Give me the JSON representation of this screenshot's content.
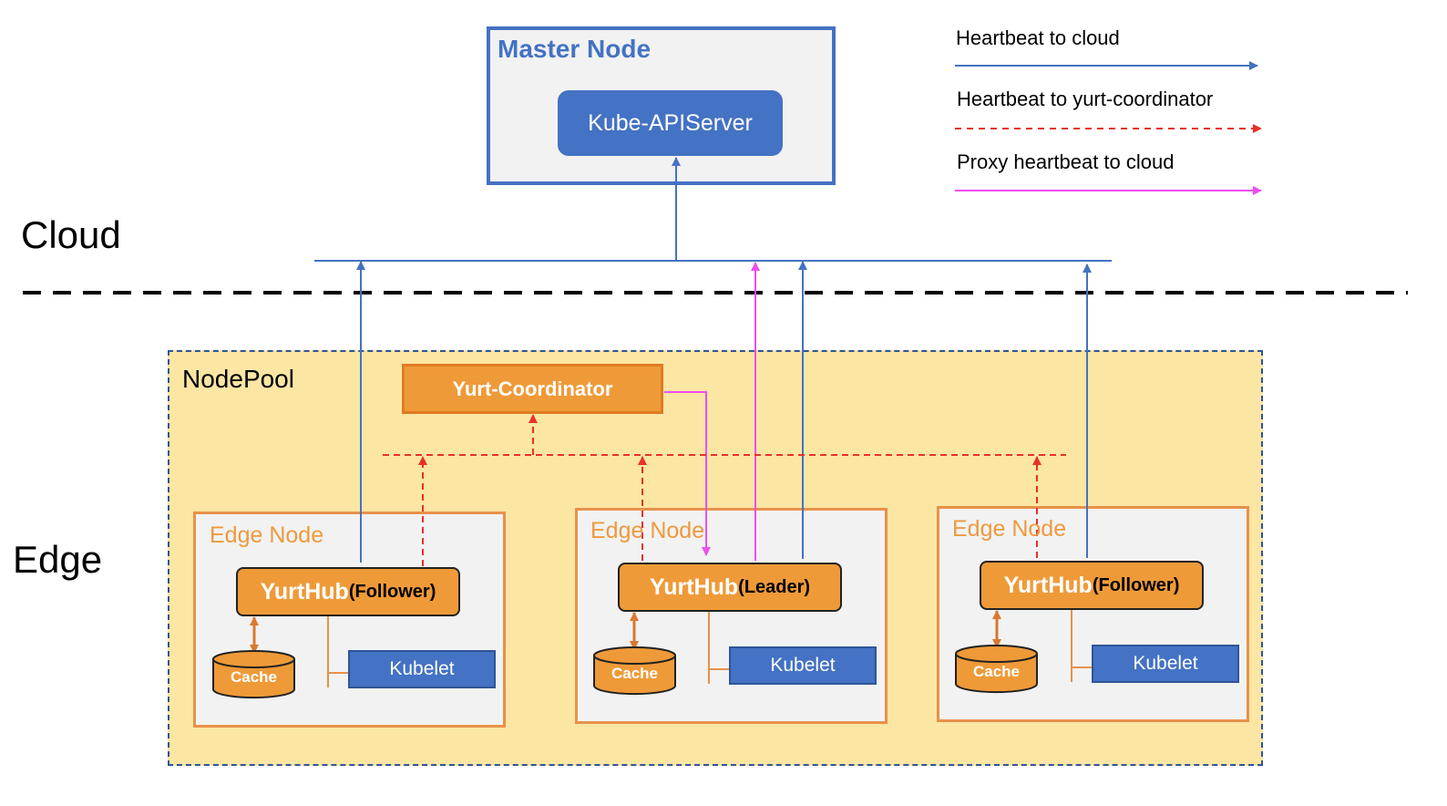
{
  "master_node": {
    "title": "Master Node",
    "apiserver_label": "Kube-APIServer"
  },
  "regions": {
    "cloud": "Cloud",
    "edge": "Edge"
  },
  "legend": [
    {
      "label": "Heartbeat to cloud",
      "color": "#4472c4",
      "style": "solid"
    },
    {
      "label": "Heartbeat to yurt-coordinator",
      "color": "#e8302a",
      "style": "dashed"
    },
    {
      "label": "Proxy heartbeat to cloud",
      "color": "#ee4df0",
      "style": "solid"
    }
  ],
  "nodepool": {
    "title": "NodePool",
    "coordinator_label": "Yurt-Coordinator"
  },
  "edge_nodes": [
    {
      "title": "Edge Node",
      "yurthub": "YurtHub",
      "role": "(Follower)",
      "cache": "Cache",
      "kubelet": "Kubelet"
    },
    {
      "title": "Edge Node",
      "yurthub": "YurtHub",
      "role": "(Leader)",
      "cache": "Cache",
      "kubelet": "Kubelet"
    },
    {
      "title": "Edge Node",
      "yurthub": "YurtHub",
      "role": "(Follower)",
      "cache": "Cache",
      "kubelet": "Kubelet"
    }
  ],
  "colors": {
    "blue": "#4472c4",
    "orange": "#ef9a38",
    "red_dashed": "#e8302a",
    "magenta": "#ee4df0",
    "nodepool_bg": "#fbe6a4"
  }
}
